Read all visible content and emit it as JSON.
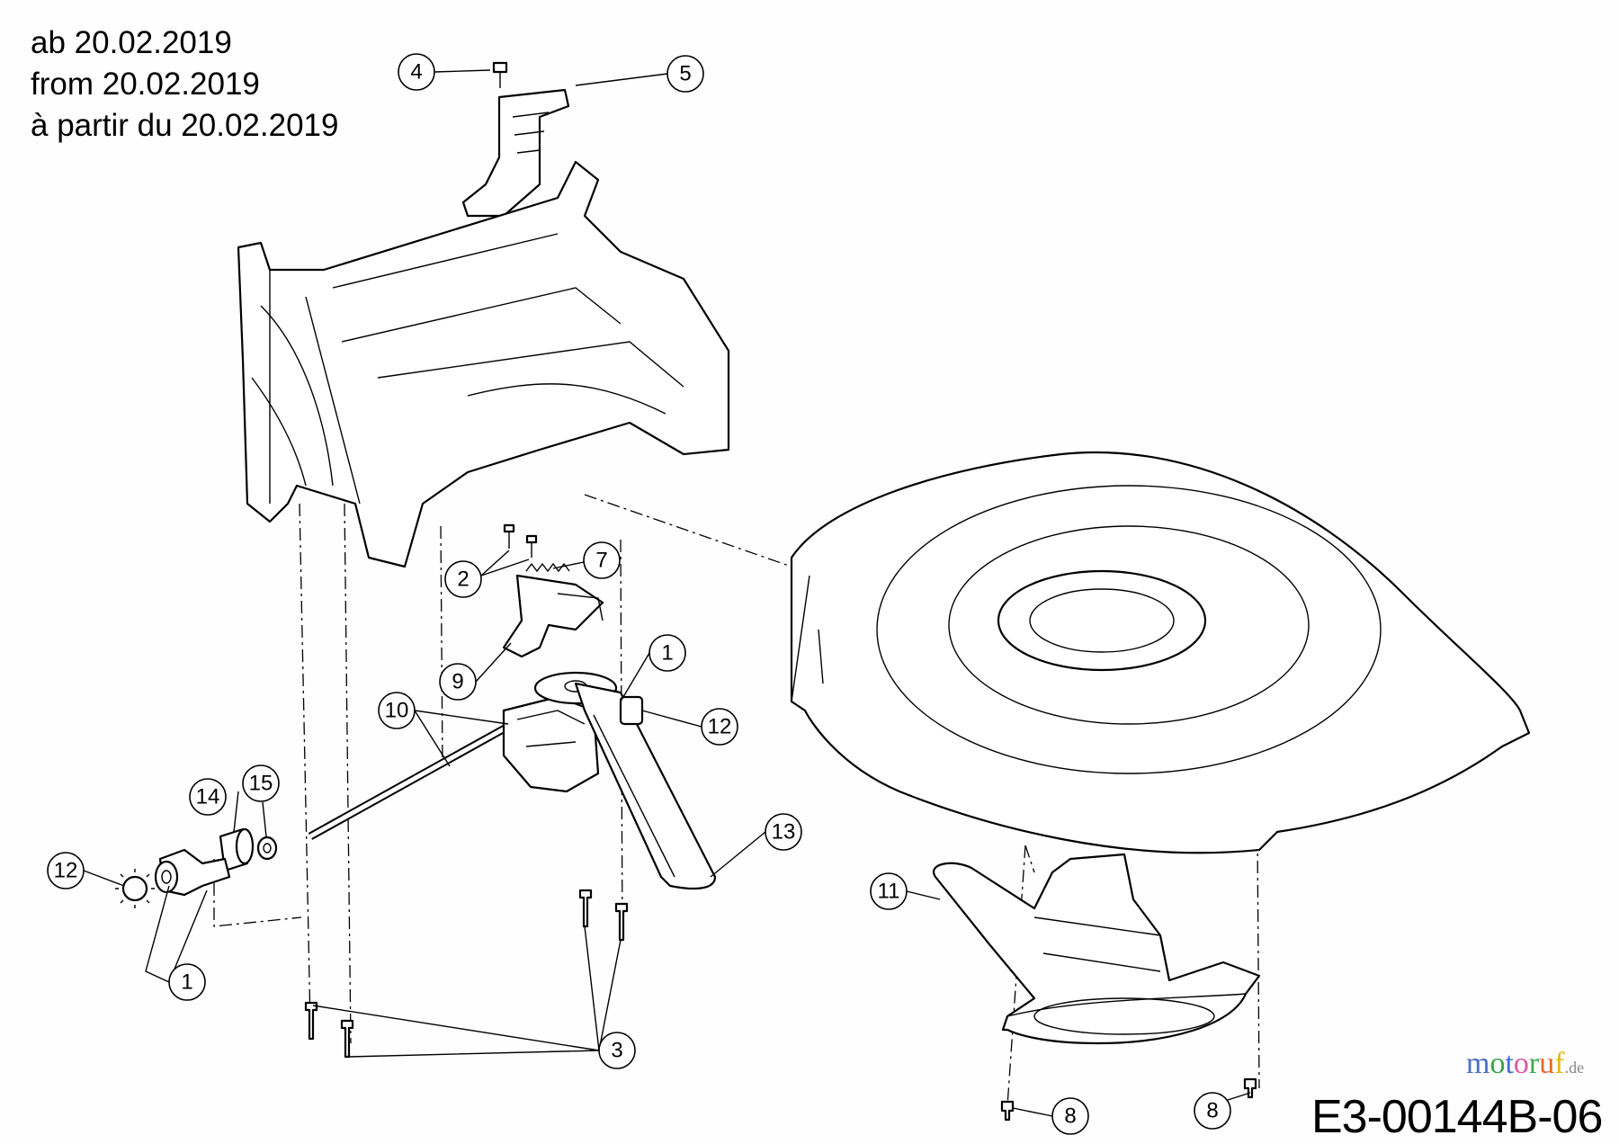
{
  "header": {
    "line_de": "ab 20.02.2019",
    "line_en": "from 20.02.2019",
    "line_fr": "à partir du 20.02.2019"
  },
  "drawing_code": "E3-00144B-06",
  "watermark": "motoruf.de",
  "callouts": [
    "4",
    "5",
    "2",
    "7",
    "1",
    "9",
    "10",
    "12",
    "14",
    "15",
    "13",
    "12",
    "1",
    "11",
    "3",
    "8",
    "8"
  ]
}
